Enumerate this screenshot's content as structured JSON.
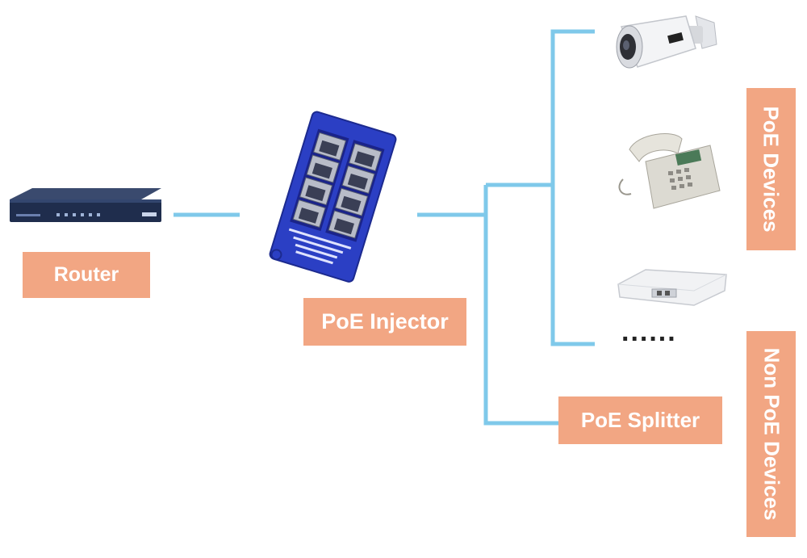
{
  "labels": {
    "router": "Router",
    "poe_injector": "PoE Injector",
    "poe_splitter": "PoE Splitter",
    "poe_devices": "PoE Devices",
    "non_poe_devices": "Non PoE Devices",
    "ellipsis": "......"
  },
  "colors": {
    "line": "#7fc9ea",
    "label_bg": "#f2a683",
    "label_text": "#ffffff",
    "injector_body": "#2b3fc4"
  },
  "icons": [
    "router-device",
    "poe-injector-device",
    "ip-camera",
    "desk-phone",
    "wireless-access-point"
  ]
}
